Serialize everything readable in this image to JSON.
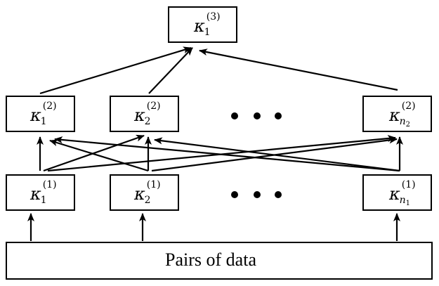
{
  "diagram": {
    "top": {
      "base": "κ",
      "sub": "1",
      "sup": "(3)"
    },
    "level2": [
      {
        "base": "κ",
        "sub": "1",
        "sub2": "",
        "sup": "(2)"
      },
      {
        "base": "κ",
        "sub": "2",
        "sub2": "",
        "sup": "(2)"
      },
      {
        "base": "κ",
        "sub": "n",
        "sub2": "2",
        "sup": "(2)"
      }
    ],
    "level1": [
      {
        "base": "κ",
        "sub": "1",
        "sub2": "",
        "sup": "(1)"
      },
      {
        "base": "κ",
        "sub": "2",
        "sub2": "",
        "sup": "(1)"
      },
      {
        "base": "κ",
        "sub": "n",
        "sub2": "1",
        "sup": "(1)"
      }
    ],
    "base_label": "Pairs of data"
  }
}
